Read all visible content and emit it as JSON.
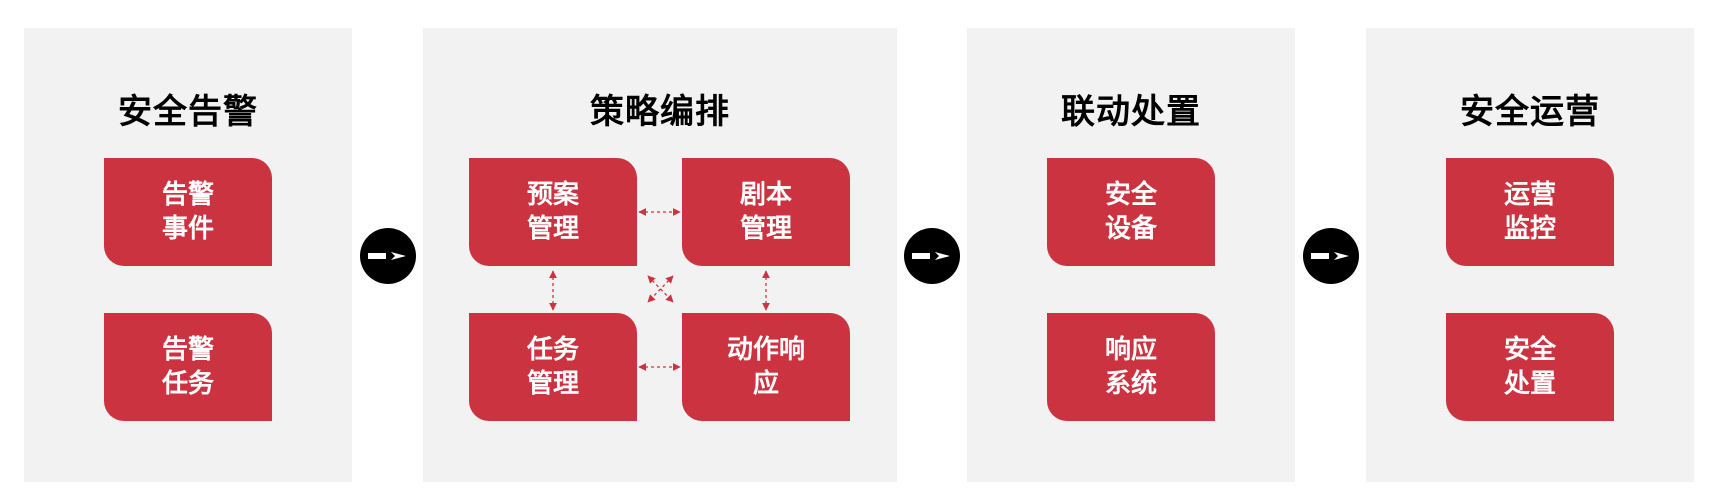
{
  "colors": {
    "card": "#cc3340",
    "panel": "#f2f2f2",
    "connector": "#cc3340",
    "arrow": "#000000"
  },
  "stages": [
    {
      "title": "安全告警",
      "cards": [
        "告警\n事件",
        "告警\n任务"
      ]
    },
    {
      "title": "策略编排",
      "cards": [
        "预案\n管理",
        "剧本\n管理",
        "任务\n管理",
        "动作响\n应"
      ]
    },
    {
      "title": "联动处置",
      "cards": [
        "安全\n设备",
        "响应\n系统"
      ]
    },
    {
      "title": "安全运营",
      "cards": [
        "运营\n监控",
        "安全\n处置"
      ]
    }
  ],
  "arrow_icon": "arrow-right-circle-icon"
}
